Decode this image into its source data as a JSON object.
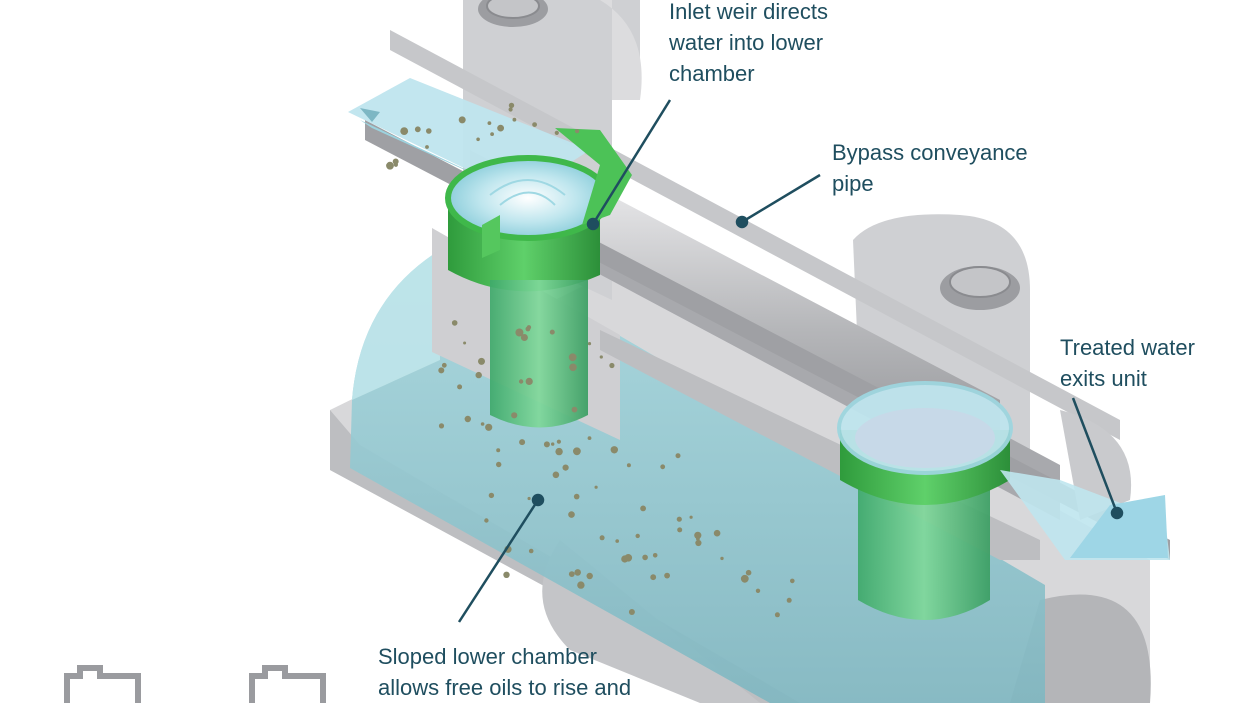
{
  "colors": {
    "concrete": "#d4d4d6",
    "concrete_dark": "#a9aaad",
    "pipe": "#b9babd",
    "water": "#8cc6cf",
    "green": "#3fb84a",
    "callout_text": "#1f4e5f",
    "leader": "#1f4e5f"
  },
  "callouts": {
    "inlet": [
      "Inlet weir directs",
      "water into lower",
      "chamber"
    ],
    "bypass": [
      "Bypass conveyance",
      "pipe"
    ],
    "treated": [
      "Treated water",
      "exits unit"
    ],
    "sloped": [
      "Sloped lower chamber",
      "allows free oils to rise and"
    ]
  },
  "icons": [
    "manhole-grate-icon",
    "inflow-arrow-icon",
    "outflow-arrow-icon",
    "sediment-particles-icon"
  ]
}
